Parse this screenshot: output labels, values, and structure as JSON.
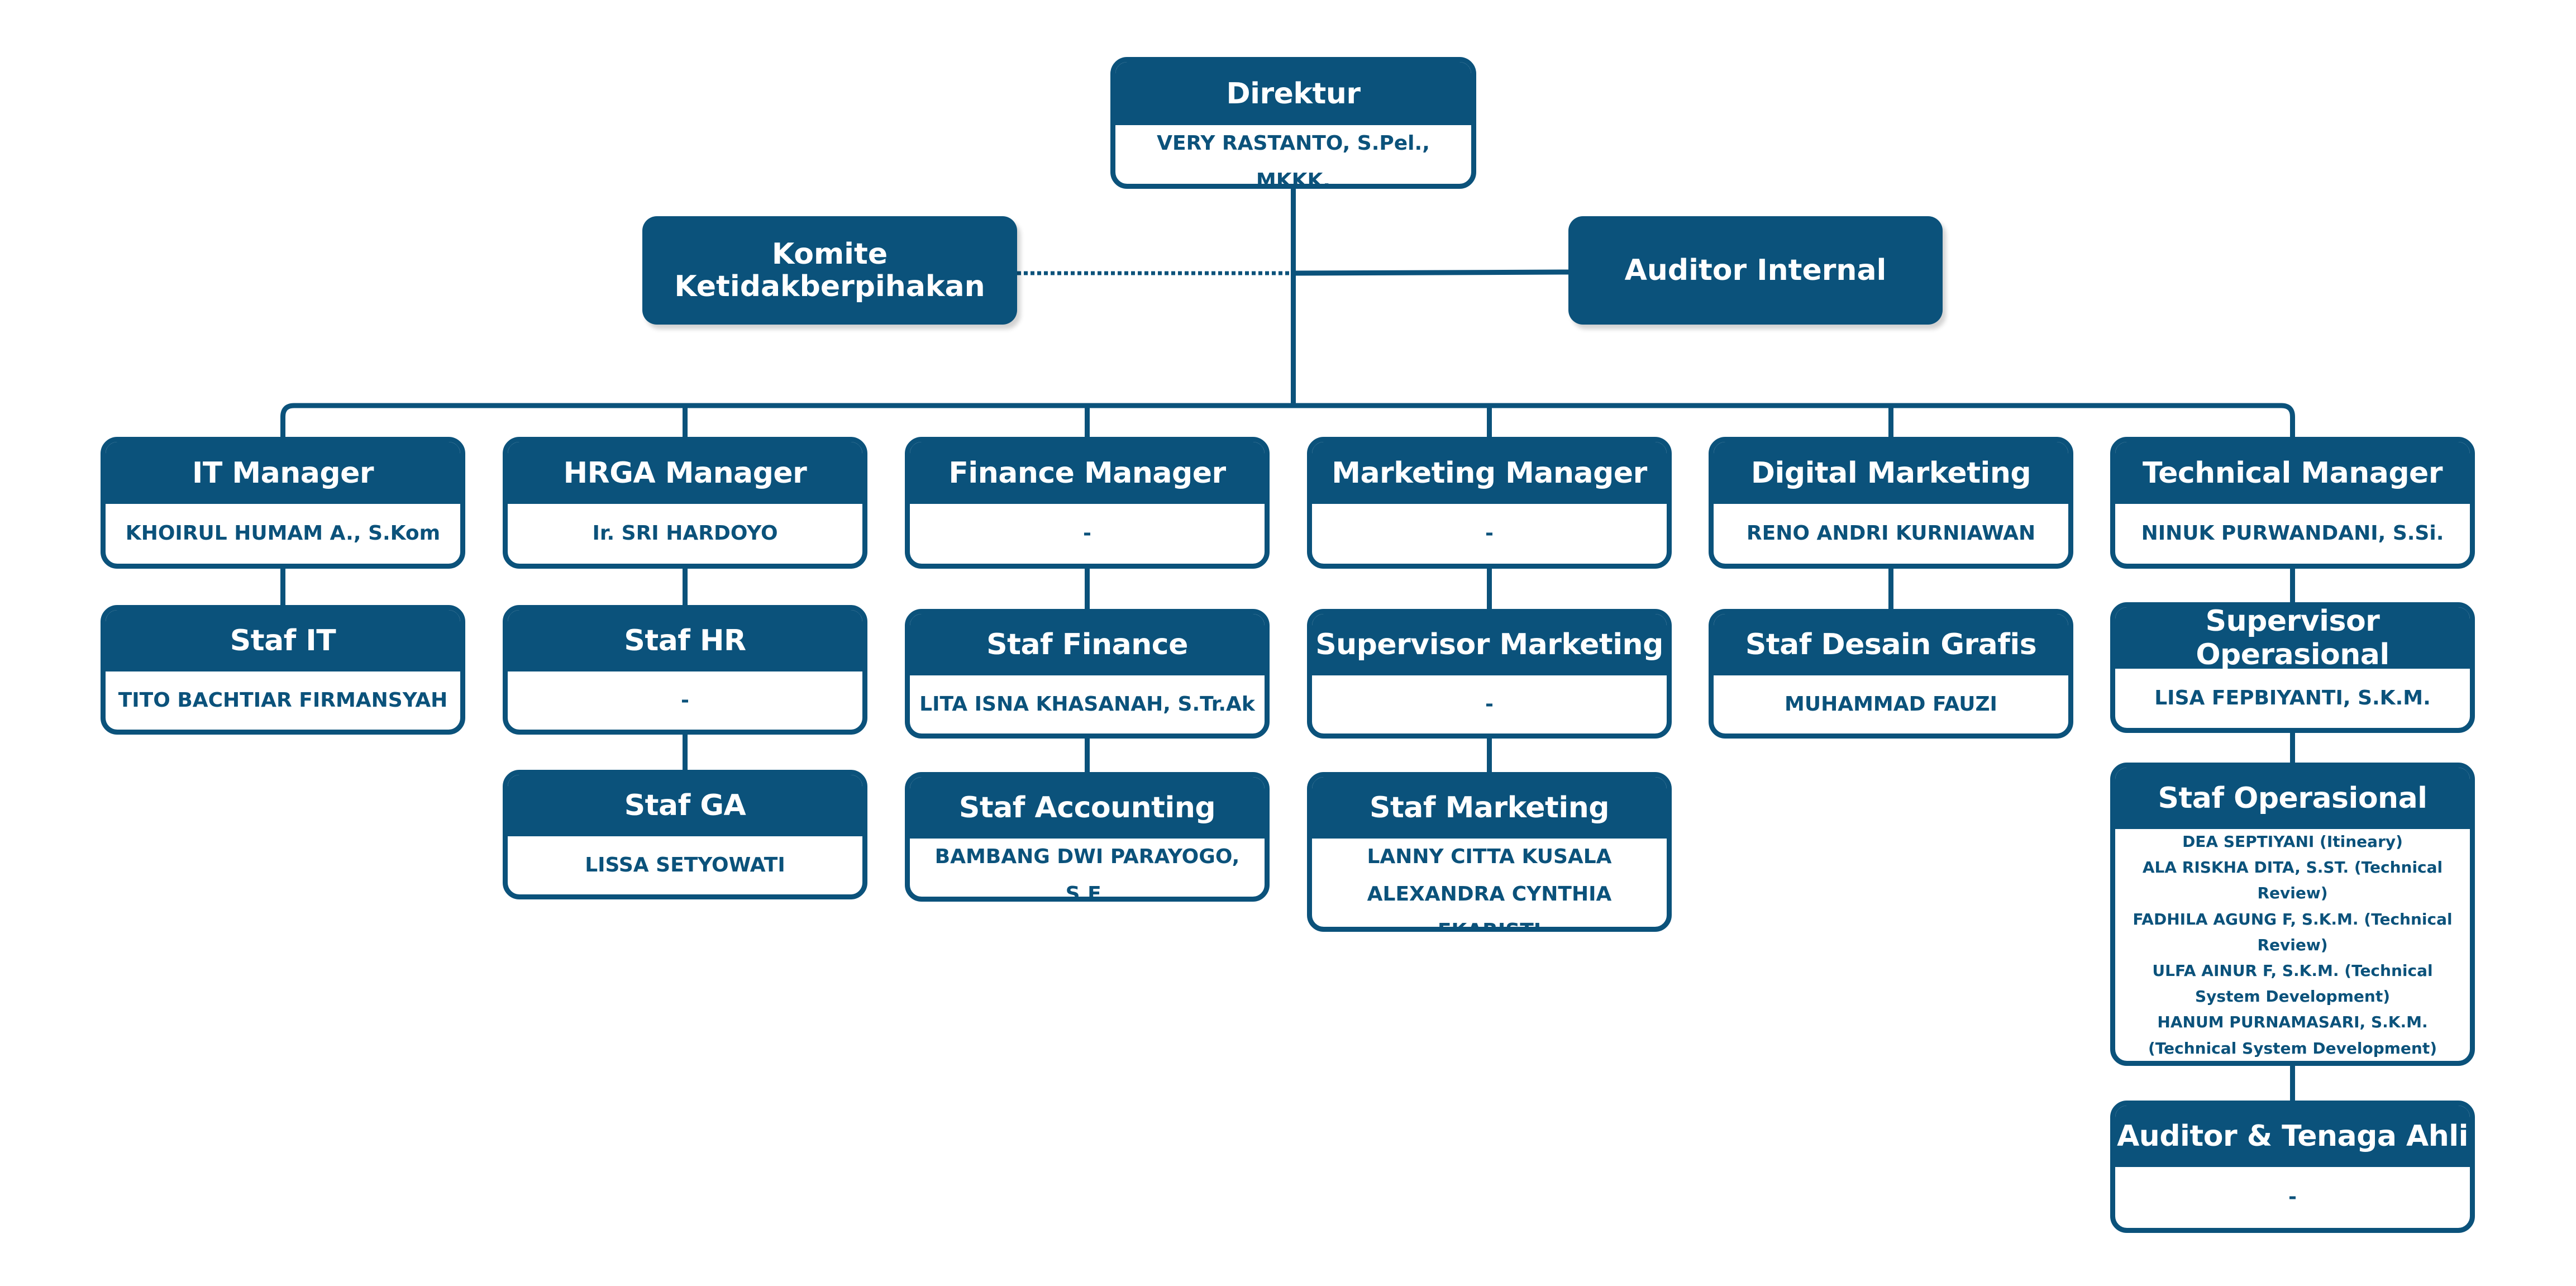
{
  "colors": {
    "primary": "#0b527b",
    "background": "#ffffff",
    "header_text": "#ffffff"
  },
  "director": {
    "title": "Direktur",
    "names": [
      "VERY RASTANTO, S.Pel., MKKK."
    ]
  },
  "side_units": {
    "left": {
      "title_lines": [
        "Komite",
        "Ketidakberpihakan"
      ],
      "connector": "dotted"
    },
    "right": {
      "title_lines": [
        "Auditor Internal"
      ],
      "connector": "solid"
    }
  },
  "columns": [
    {
      "id": "it",
      "nodes": [
        {
          "title": "IT Manager",
          "names": [
            "KHOIRUL HUMAM A., S.Kom"
          ]
        },
        {
          "title": "Staf IT",
          "names": [
            "TITO BACHTIAR FIRMANSYAH"
          ]
        }
      ]
    },
    {
      "id": "hrga",
      "nodes": [
        {
          "title": "HRGA Manager",
          "names": [
            "Ir. SRI HARDOYO"
          ]
        },
        {
          "title": "Staf HR",
          "names": [
            "-"
          ]
        },
        {
          "title": "Staf GA",
          "names": [
            "LISSA SETYOWATI"
          ]
        }
      ]
    },
    {
      "id": "finance",
      "nodes": [
        {
          "title": "Finance Manager",
          "names": [
            "-"
          ]
        },
        {
          "title": "Staf Finance",
          "names": [
            "LITA ISNA KHASANAH, S.Tr.Ak"
          ]
        },
        {
          "title": "Staf Accounting",
          "names": [
            "BAMBANG DWI PARAYOGO, S.E."
          ]
        }
      ]
    },
    {
      "id": "marketing",
      "nodes": [
        {
          "title": "Marketing Manager",
          "names": [
            "-"
          ]
        },
        {
          "title": "Supervisor Marketing",
          "names": [
            "-"
          ]
        },
        {
          "title": "Staf Marketing",
          "names": [
            "LANNY CITTA KUSALA",
            "ALEXANDRA CYNTHIA EKARISTI"
          ]
        }
      ]
    },
    {
      "id": "digital",
      "nodes": [
        {
          "title": "Digital Marketing",
          "names": [
            "RENO ANDRI KURNIAWAN"
          ]
        },
        {
          "title": "Staf Desain Grafis",
          "names": [
            "MUHAMMAD FAUZI"
          ]
        }
      ]
    },
    {
      "id": "technical",
      "nodes": [
        {
          "title": "Technical Manager",
          "names": [
            "NINUK PURWANDANI, S.Si."
          ]
        },
        {
          "title": "Supervisor Operasional",
          "names": [
            "LISA FEPBIYANTI, S.K.M."
          ]
        },
        {
          "title": "Staf Operasional",
          "names": [
            "DEA SEPTIYANI (Itineary)",
            "ALA RISKHA DITA, S.ST. (Technical Review)",
            "FADHILA AGUNG F, S.K.M. (Technical Review)",
            "ULFA AINUR F, S.K.M. (Technical System Development)",
            "HANUM PURNAMASARI, S.K.M. (Technical System Development)"
          ]
        },
        {
          "title": "Auditor & Tenaga Ahli",
          "names": [
            "-"
          ]
        }
      ]
    }
  ]
}
